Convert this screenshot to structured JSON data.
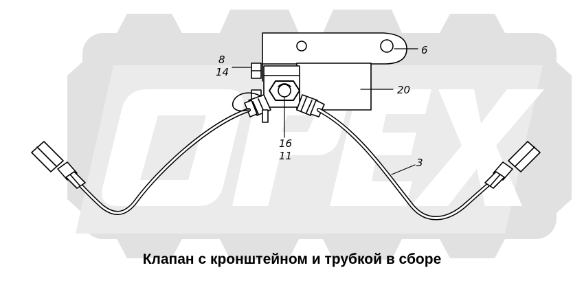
{
  "watermark": {
    "text": "OPEX",
    "badge_color": "#e1e1e1",
    "text_color": "#ffffff",
    "plate_color": "#ebebeb"
  },
  "callouts": {
    "part_6": "6",
    "part_8": "8",
    "part_14": "14",
    "part_20": "20",
    "part_16": "16",
    "part_11": "11",
    "part_3": "3"
  },
  "caption": "Клапан с кронштейном и трубкой в сборе"
}
